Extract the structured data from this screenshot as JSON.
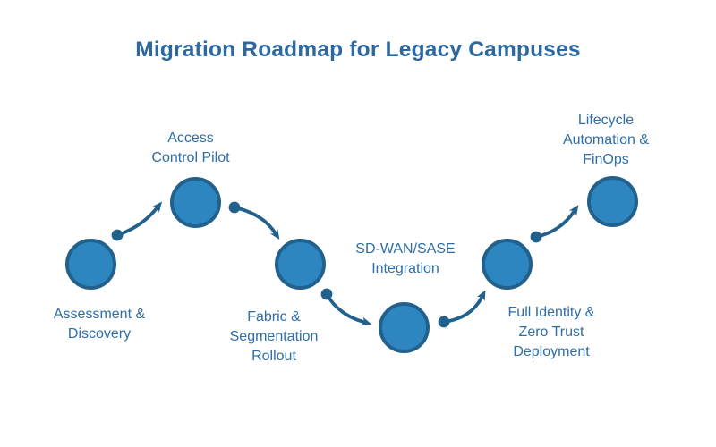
{
  "title": "Migration Roadmap for Legacy Campuses",
  "colors": {
    "node_fill": "#2e86c1",
    "node_border": "#21618c",
    "connector": "#21618c",
    "label_text": "#2f6ea6",
    "title_text": "#2d689e",
    "background": "#ffffff"
  },
  "steps": [
    {
      "label": "Assessment &\nDiscovery"
    },
    {
      "label": "Access\nControl Pilot"
    },
    {
      "label": "Fabric &\nSegmentation\nRollout"
    },
    {
      "label": "SD-WAN/SASE\nIntegration"
    },
    {
      "label": "Full Identity &\nZero Trust\nDeployment"
    },
    {
      "label": "Lifecycle\nAutomation &\nFinOps"
    }
  ]
}
